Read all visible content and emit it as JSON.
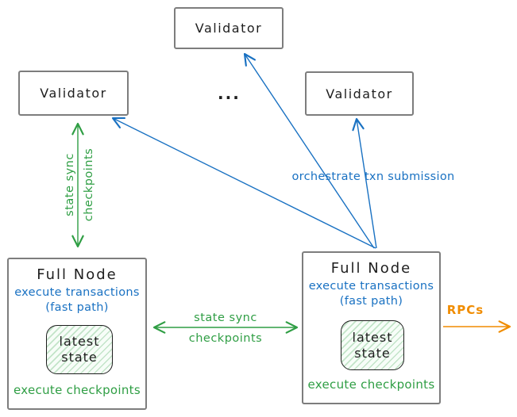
{
  "colors": {
    "blue": "#1971c2",
    "green": "#2f9e44",
    "orange": "#f08c00",
    "border": "#7d7d7d",
    "text": "#1e1e1e"
  },
  "nodes": {
    "validator_top": {
      "label": "Validator"
    },
    "validator_left": {
      "label": "Validator"
    },
    "validator_right": {
      "label": "Validator"
    },
    "ellipsis": "...",
    "full_node_left": {
      "title": "Full Node",
      "exec_line1": "execute transactions",
      "exec_line2": "(fast path)",
      "state_line1": "latest",
      "state_line2": "state",
      "footer": "execute checkpoints"
    },
    "full_node_right": {
      "title": "Full Node",
      "exec_line1": "execute transactions",
      "exec_line2": "(fast path)",
      "state_line1": "latest",
      "state_line2": "state",
      "footer": "execute checkpoints"
    }
  },
  "edges": {
    "state_sync_vertical": {
      "line1": "state sync",
      "line2": "checkpoints"
    },
    "state_sync_horizontal": {
      "line1": "state sync",
      "line2": "checkpoints"
    },
    "orchestrate": {
      "label": "orchestrate txn submission"
    },
    "rpcs": {
      "label": "RPCs"
    }
  }
}
